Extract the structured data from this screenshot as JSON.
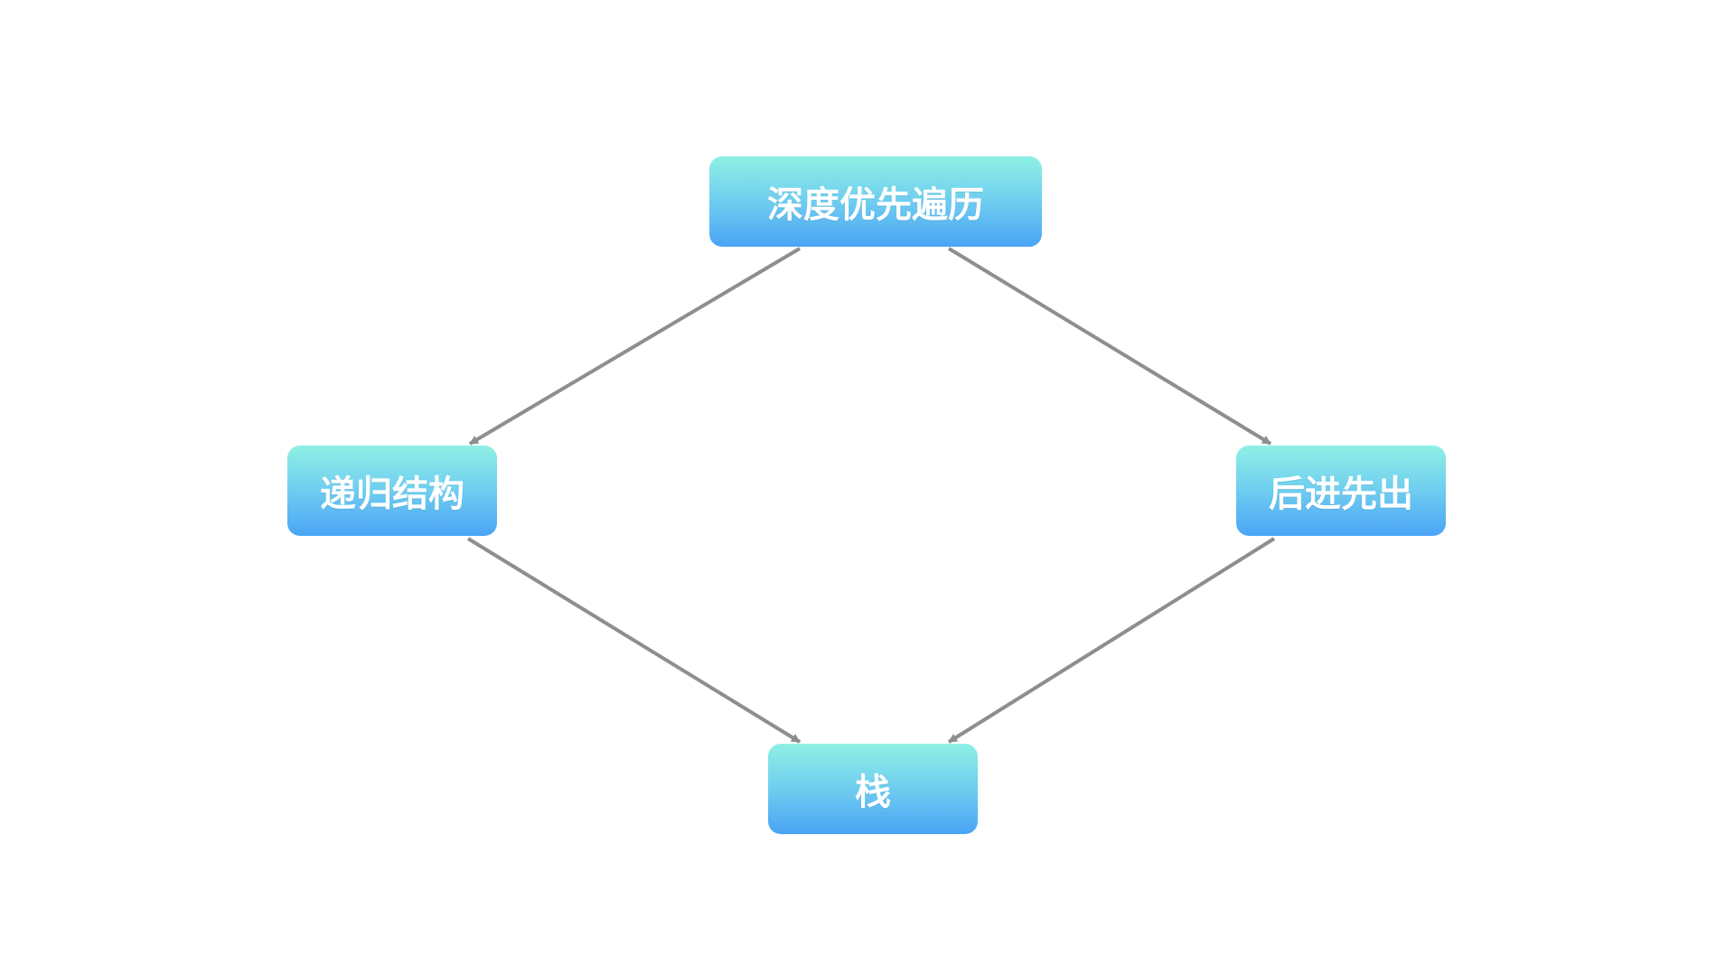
{
  "diagram": {
    "nodes": {
      "top": "深度优先遍历",
      "left": "递归结构",
      "right": "后进先出",
      "bottom": "栈"
    },
    "edges": [
      {
        "from": "top",
        "to": "left"
      },
      {
        "from": "top",
        "to": "right"
      },
      {
        "from": "left",
        "to": "bottom"
      },
      {
        "from": "right",
        "to": "bottom"
      }
    ]
  },
  "colors": {
    "node_gradient_top": "#8ff0e4",
    "node_gradient_bottom": "#4aa4f5",
    "node_text": "#ffffff",
    "edge": "#8e8e8e",
    "background": "#ffffff"
  }
}
